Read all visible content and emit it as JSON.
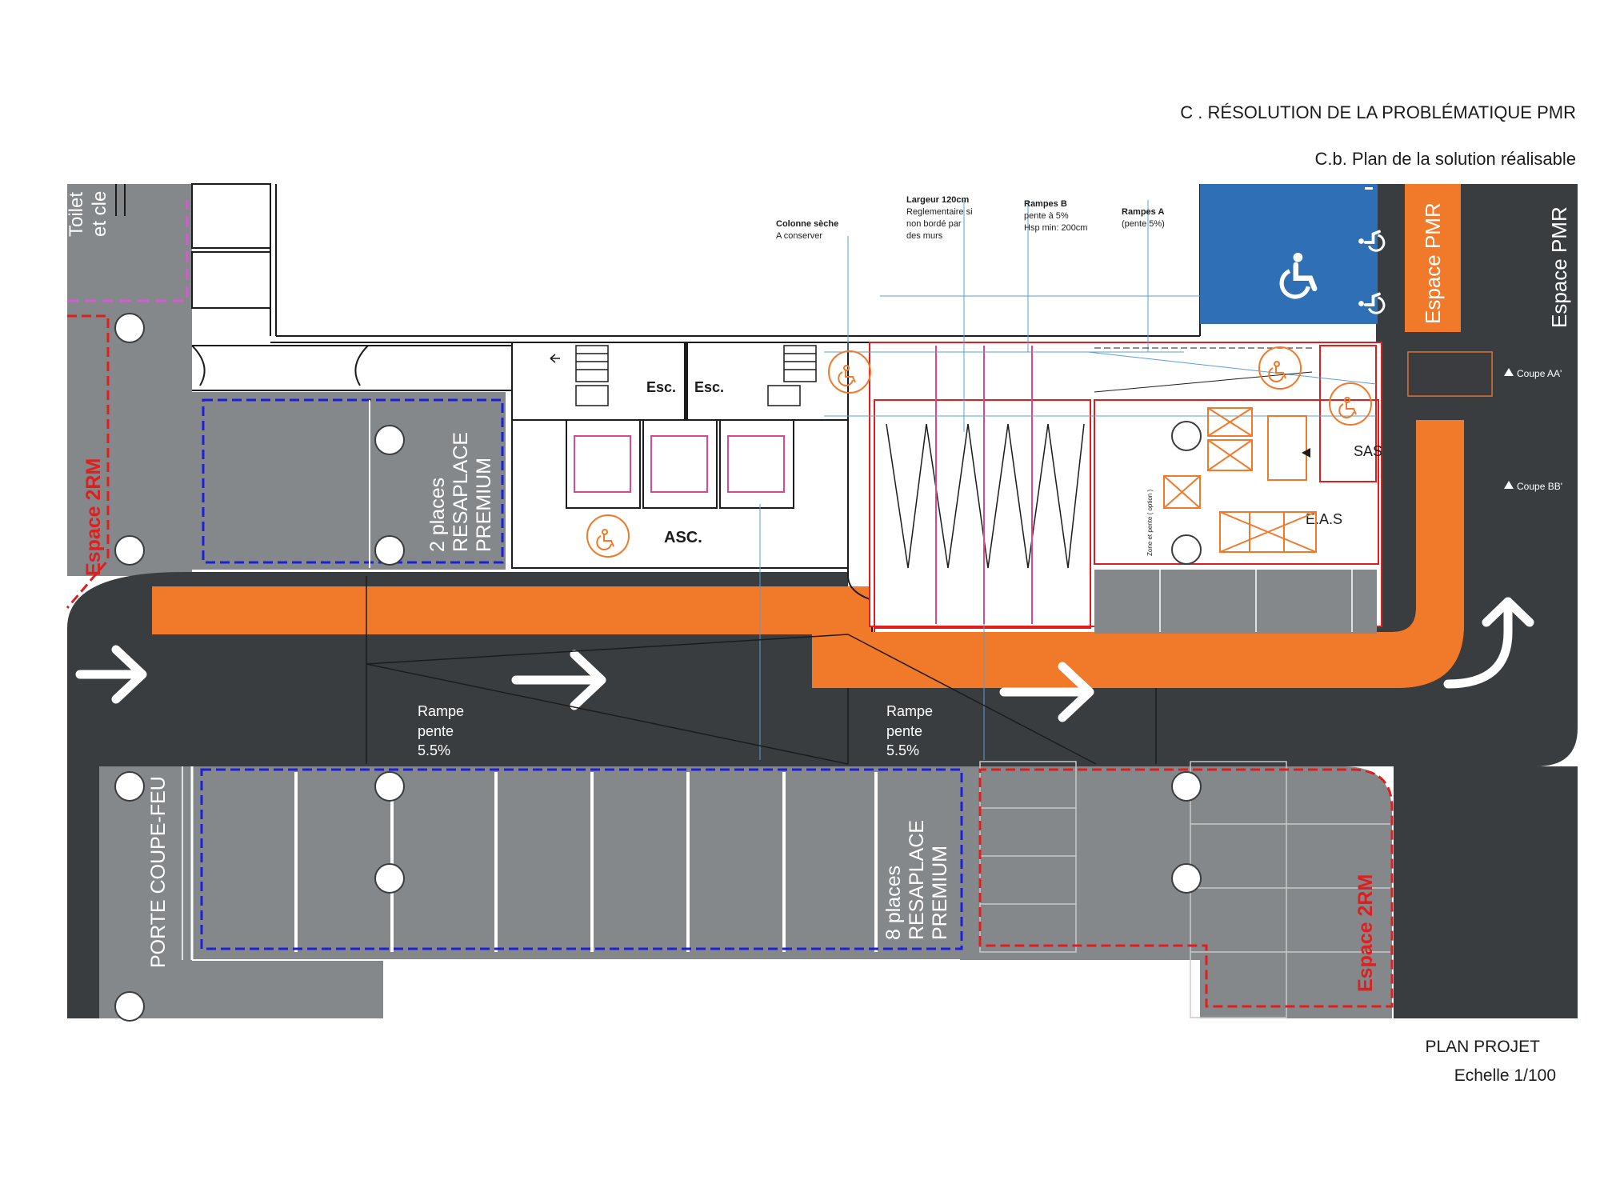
{
  "header": {
    "title": "C . RÉSOLUTION DE LA PROBLÉMATIQUE PMR",
    "subtitle": "C.b. Plan de la solution réalisable"
  },
  "footer": {
    "plan_label": "PLAN PROJET",
    "scale": "Echelle 1/100"
  },
  "colors": {
    "road": "#3a3d40",
    "parking": "#85888b",
    "pmr_path": "#f07a2a",
    "pmr_zone": "#2e6fb5",
    "premium_outline": "#1a20d8",
    "moto_outline": "#e01e1e",
    "wc_outline": "#d65ad6"
  },
  "labels": {
    "toilet_lines": [
      "Toilet",
      "et cle"
    ],
    "espace_2rm_left": "Espace 2RM",
    "espace_2rm_right": "Espace 2RM",
    "resaplace_2": [
      "2 places",
      "RESAPLACE",
      "PREMIUM"
    ],
    "resaplace_8": [
      "8 places",
      "RESAPLACE",
      "PREMIUM"
    ],
    "porte": "PORTE COUPE-FEU",
    "esc1": "Esc.",
    "esc2": "Esc.",
    "asc": "ASC.",
    "sas": "SAS",
    "eas": "E.A.S",
    "espace_pmr_inner": "Espace PMR",
    "espace_pmr_outer": "Espace PMR",
    "rampe1": [
      "Rampe",
      "pente",
      "5.5%"
    ],
    "rampe2": [
      "Rampe",
      "pente",
      "5.5%"
    ],
    "coupe_aa": "Coupe AA'",
    "coupe_bb": "Coupe BB'",
    "zone_rampe": "Zone et pente ( option )"
  },
  "annotations": {
    "colonne": [
      "Colonne sèche",
      "A conserver"
    ],
    "largeur": [
      "Largeur 120cm",
      "Reglementaire si",
      "non bordé par",
      "des murs"
    ],
    "rampes_b": [
      "Rampes B",
      "pente à 5%",
      "Hsp min: 200cm"
    ],
    "rampes_a": [
      "Rampes A",
      "(pente 5%)"
    ]
  },
  "icons": [
    "wheelchair-icon",
    "arrow-right-icon",
    "arrow-turn-up-icon",
    "coupe-marker-icon"
  ]
}
